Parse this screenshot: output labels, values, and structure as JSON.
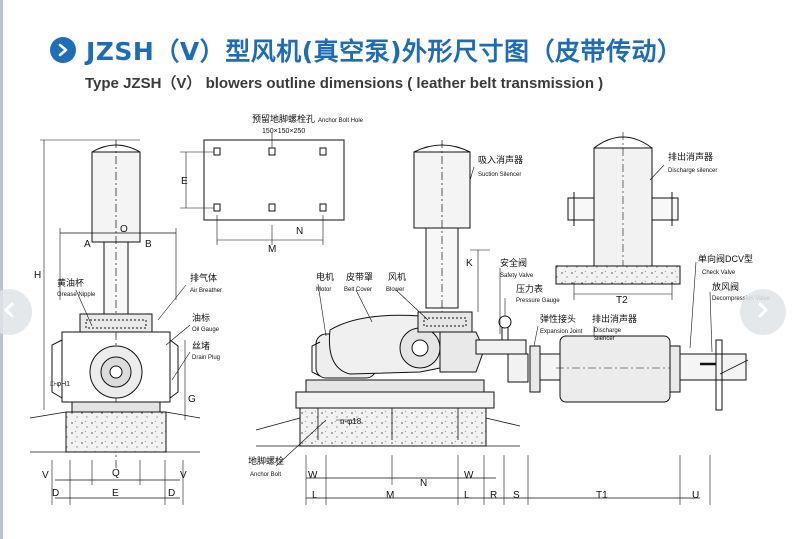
{
  "header": {
    "title": "JZSH（V）型风机(真空泵)外形尺寸图（皮带传动）",
    "subtitle": "Type JZSH（V） blowers outline dimensions ( leather belt transmission )",
    "accent_color": "#1d6cb5"
  },
  "labels": {
    "anchor_hole_cn": "预留地脚螺栓孔",
    "anchor_hole_en": "Anchor Bolt Hole",
    "hole_size": "150×150×250",
    "grease_cn": "黄油杯",
    "grease_en": "Grease Nipple",
    "air_breather_cn": "排气体",
    "air_breather_en": "Air Breather",
    "oil_gauge_cn": "油标",
    "oil_gauge_en": "Oil Gauge",
    "drain_plug_cn": "丝堵",
    "drain_plug_en": "Drain Plug",
    "motor_cn": "电机",
    "motor_en": "Motor",
    "belt_cover_cn": "皮带罩",
    "belt_cover_en": "Belt Cover",
    "blower_cn": "风机",
    "blower_en": "Blower",
    "suction_silencer_cn": "吸入消声器",
    "suction_silencer_en": "Suction Silencer",
    "discharge_silencer_cn": "排出消声器",
    "discharge_silencer_en": "Discharge silencer",
    "safety_valve_cn": "安全阀",
    "safety_valve_en": "Safety Valve",
    "pressure_gauge_cn": "压力表",
    "pressure_gauge_en": "Pressure Gauge",
    "expansion_joint_cn": "弹性接头",
    "expansion_joint_en": "Expansion Joint",
    "discharge_silencer2_cn": "排出消声器",
    "discharge_silencer2_en1": "Discharge",
    "discharge_silencer2_en2": "silencer",
    "check_valve_cn": "单向阀DCV型",
    "check_valve_en": "Check Valve",
    "decompression_cn": "放风阀",
    "decompression_en": "Decompression Valve",
    "anchor_bolt_cn": "地脚螺栓",
    "anchor_bolt_en": "Anchor Bolt"
  },
  "dimensions": {
    "A": "A",
    "B": "B",
    "O": "O",
    "E": "E",
    "M": "M",
    "N": "N",
    "K": "K",
    "H": "H",
    "G": "G",
    "V": "V",
    "Q": "Q",
    "D": "D",
    "W": "W",
    "L": "L",
    "R": "R",
    "S": "S",
    "T1": "T1",
    "T2": "T2",
    "U": "U",
    "phi_d1": "□-φH1",
    "n_phi": "n-φ18",
    "phi_sym": "φ"
  },
  "icons": {
    "header": "chevron-right-circle-icon",
    "prev": "chevron-left-icon",
    "next": "chevron-right-icon"
  }
}
